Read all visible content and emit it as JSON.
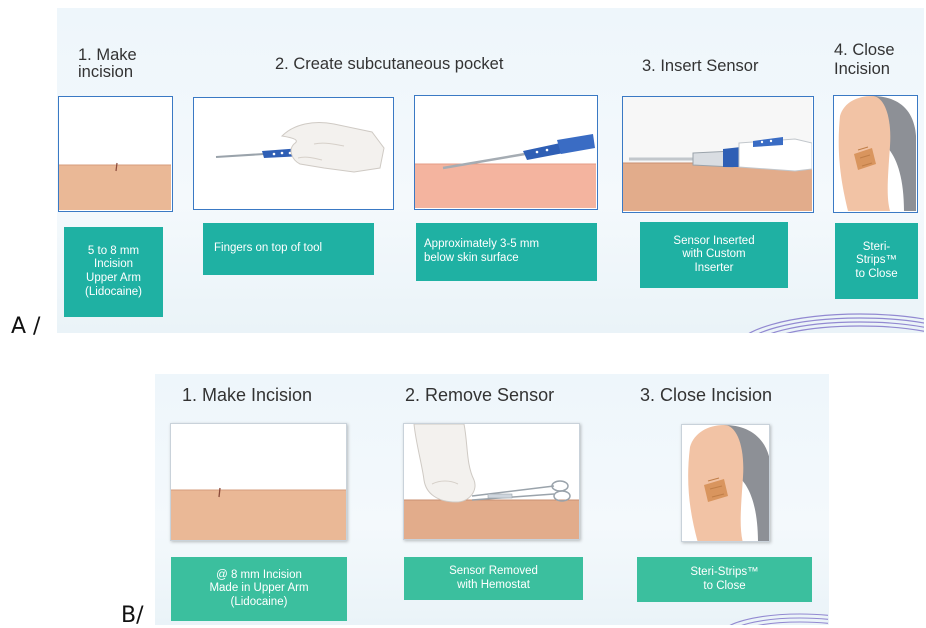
{
  "panel_a": {
    "label": "A /",
    "steps": [
      {
        "title": "1. Make\nincision",
        "caption": "5 to 8 mm\nIncision\nUpper Arm\n(Lidocaine)"
      },
      {
        "title": "2. Create subcutaneous pocket",
        "caption": "Fingers on top of tool"
      },
      {
        "caption": "Approximately 3-5 mm\nbelow skin surface"
      },
      {
        "title": "3. Insert Sensor",
        "caption": "Sensor Inserted\nwith Custom\nInserter"
      },
      {
        "title": "4.  Close\nIncision",
        "caption": "Steri-\nStrips™\nto Close"
      }
    ]
  },
  "panel_b": {
    "label": "B/",
    "steps": [
      {
        "title": "1. Make Incision",
        "caption": "@ 8 mm Incision\nMade in Upper Arm\n(Lidocaine)"
      },
      {
        "title": "2. Remove Sensor",
        "caption": "Sensor Removed\nwith Hemostat"
      },
      {
        "title": "3. Close Incision",
        "caption": "Steri-Strips™\nto Close"
      }
    ]
  },
  "colors": {
    "caption_teal": "#1fb1a3",
    "frame_blue": "#3a79c4",
    "skin": "#eab896"
  },
  "icons": [
    "skin-incision-illustration",
    "scalpel-in-hand-illustration",
    "pocket-tool-illustration",
    "sensor-inserter-illustration",
    "bandaged-arm-illustration",
    "hemostat-illustration"
  ]
}
